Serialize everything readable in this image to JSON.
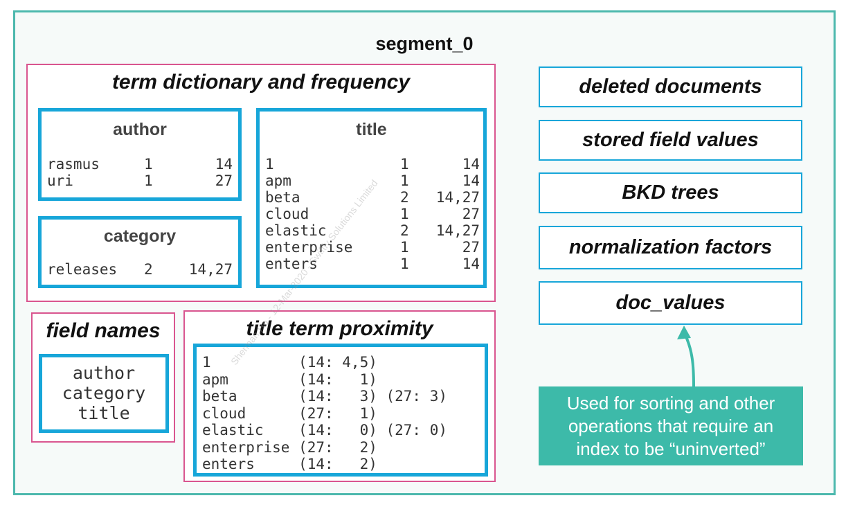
{
  "segment": {
    "title": "segment_0"
  },
  "term_dictionary": {
    "title": "term dictionary and frequency",
    "author": {
      "title": "author",
      "rows": [
        {
          "term": "rasmus",
          "freq": "1",
          "docs": "14"
        },
        {
          "term": "uri",
          "freq": "1",
          "docs": "27"
        }
      ]
    },
    "category": {
      "title": "category",
      "rows": [
        {
          "term": "releases",
          "freq": "2",
          "docs": "14,27"
        }
      ]
    },
    "title_field": {
      "title": "title",
      "rows": [
        {
          "term": "1",
          "freq": "1",
          "docs": "14"
        },
        {
          "term": "apm",
          "freq": "1",
          "docs": "14"
        },
        {
          "term": "beta",
          "freq": "2",
          "docs": "14,27"
        },
        {
          "term": "cloud",
          "freq": "1",
          "docs": "27"
        },
        {
          "term": "elastic",
          "freq": "2",
          "docs": "14,27"
        },
        {
          "term": "enterprise",
          "freq": "1",
          "docs": "27"
        },
        {
          "term": "enters",
          "freq": "1",
          "docs": "14"
        }
      ]
    }
  },
  "field_names": {
    "title": "field names",
    "items": [
      "author",
      "category",
      "title"
    ]
  },
  "proximity": {
    "title": "title term proximity",
    "rows": [
      "1          (14: 4,5)",
      "apm        (14:   1)",
      "beta       (14:   3) (27: 3)",
      "cloud      (27:   1)",
      "elastic    (14:   0) (27: 0)",
      "enterprise (27:   2)",
      "enters     (14:   2)"
    ]
  },
  "side_boxes": [
    "deleted documents",
    "stored field values",
    "BKD trees",
    "normalization factors",
    "doc_values"
  ],
  "callout": {
    "lines": [
      "Used for sorting and other",
      "operations that require an",
      "index to be “uninverted”"
    ]
  },
  "watermark": "Sherman Ho - 12-Mar-2020 - Swiftly Solutions Limited",
  "colors": {
    "segment_border": "#4cb8ad",
    "group_border": "#d9558f",
    "box_border": "#17a6d9",
    "callout_bg": "#3dbaa9"
  }
}
